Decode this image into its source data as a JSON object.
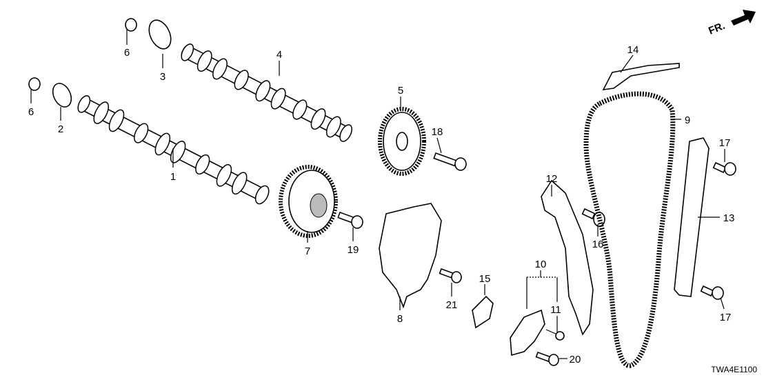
{
  "diagram": {
    "front_indicator": "FR.",
    "diagram_code": "TWA4E1100",
    "callouts": [
      "1",
      "2",
      "3",
      "4",
      "5",
      "6",
      "6",
      "7",
      "8",
      "9",
      "10",
      "11",
      "12",
      "13",
      "14",
      "15",
      "16",
      "17",
      "17",
      "18",
      "19",
      "20",
      "21"
    ]
  }
}
